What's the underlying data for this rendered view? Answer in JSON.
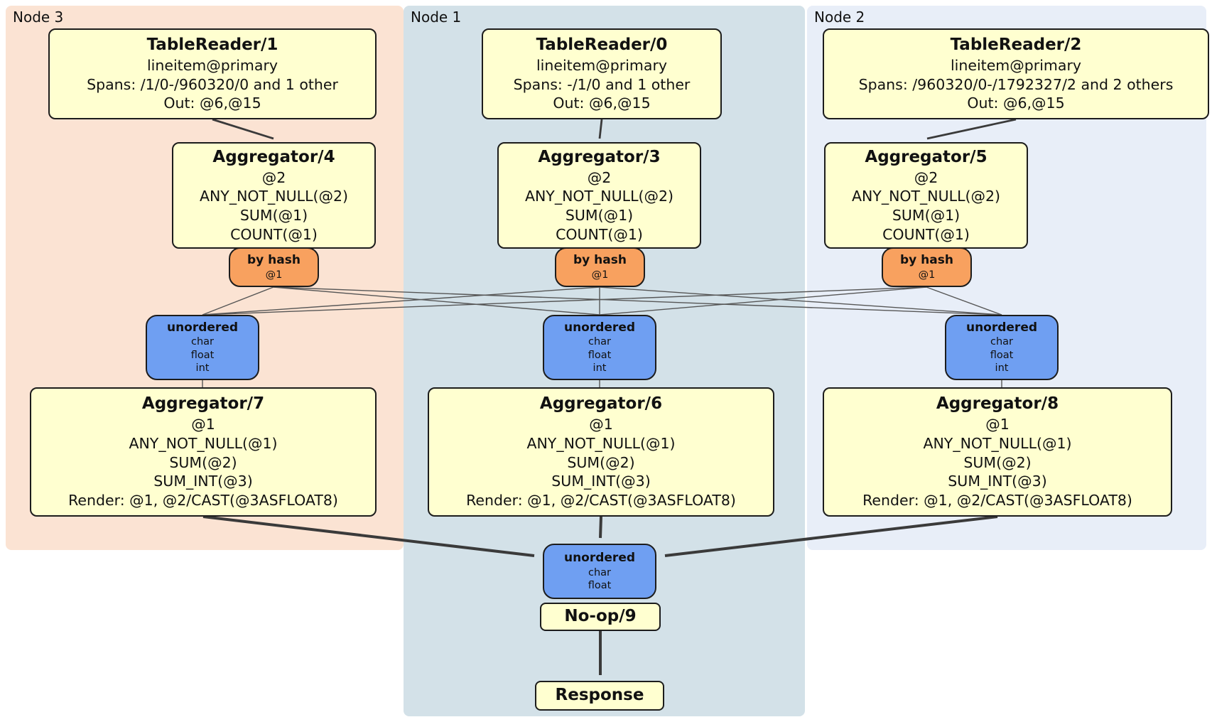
{
  "groups": {
    "node3": {
      "label": "Node 3",
      "bg": "#fbe3d3"
    },
    "node1": {
      "label": "Node 1",
      "bg": "#d3e1e8"
    },
    "node2": {
      "label": "Node 2",
      "bg": "#e8eef8"
    }
  },
  "boxes": {
    "tr1": {
      "title": "TableReader/1",
      "lines": [
        "lineitem@primary",
        "Spans: /1/0-/960320/0 and 1 other",
        "Out: @6,@15"
      ]
    },
    "tr0": {
      "title": "TableReader/0",
      "lines": [
        "lineitem@primary",
        "Spans: -/1/0 and 1 other",
        "Out: @6,@15"
      ]
    },
    "tr2": {
      "title": "TableReader/2",
      "lines": [
        "lineitem@primary",
        "Spans: /960320/0-/1792327/2 and 2 others",
        "Out: @6,@15"
      ]
    },
    "agg4": {
      "title": "Aggregator/4",
      "lines": [
        "@2",
        "ANY_NOT_NULL(@2)",
        "SUM(@1)",
        "COUNT(@1)"
      ]
    },
    "agg3": {
      "title": "Aggregator/3",
      "lines": [
        "@2",
        "ANY_NOT_NULL(@2)",
        "SUM(@1)",
        "COUNT(@1)"
      ]
    },
    "agg5": {
      "title": "Aggregator/5",
      "lines": [
        "@2",
        "ANY_NOT_NULL(@2)",
        "SUM(@1)",
        "COUNT(@1)"
      ]
    },
    "hash3": {
      "title": "by hash",
      "lines": [
        "@1"
      ]
    },
    "hash1": {
      "title": "by hash",
      "lines": [
        "@1"
      ]
    },
    "hash2": {
      "title": "by hash",
      "lines": [
        "@1"
      ]
    },
    "sync3": {
      "title": "unordered",
      "lines": [
        "char",
        "float",
        "int"
      ]
    },
    "sync1": {
      "title": "unordered",
      "lines": [
        "char",
        "float",
        "int"
      ]
    },
    "sync2": {
      "title": "unordered",
      "lines": [
        "char",
        "float",
        "int"
      ]
    },
    "agg7": {
      "title": "Aggregator/7",
      "lines": [
        "@1",
        "ANY_NOT_NULL(@1)",
        "SUM(@2)",
        "SUM_INT(@3)",
        "Render: @1, @2/CAST(@3ASFLOAT8)"
      ]
    },
    "agg6": {
      "title": "Aggregator/6",
      "lines": [
        "@1",
        "ANY_NOT_NULL(@1)",
        "SUM(@2)",
        "SUM_INT(@3)",
        "Render: @1, @2/CAST(@3ASFLOAT8)"
      ]
    },
    "agg8": {
      "title": "Aggregator/8",
      "lines": [
        "@1",
        "ANY_NOT_NULL(@1)",
        "SUM(@2)",
        "SUM_INT(@3)",
        "Render: @1, @2/CAST(@3ASFLOAT8)"
      ]
    },
    "syncFinal": {
      "title": "unordered",
      "lines": [
        "char",
        "float"
      ]
    },
    "noop": {
      "title": "No-op/9"
    },
    "response": {
      "title": "Response"
    }
  },
  "colors": {
    "processor_fill": "#ffffd0",
    "router_fill": "#f8a15f",
    "sync_fill": "#6f9ff2",
    "box_border": "#1c1c1c",
    "edge": "#3a3a3a"
  }
}
